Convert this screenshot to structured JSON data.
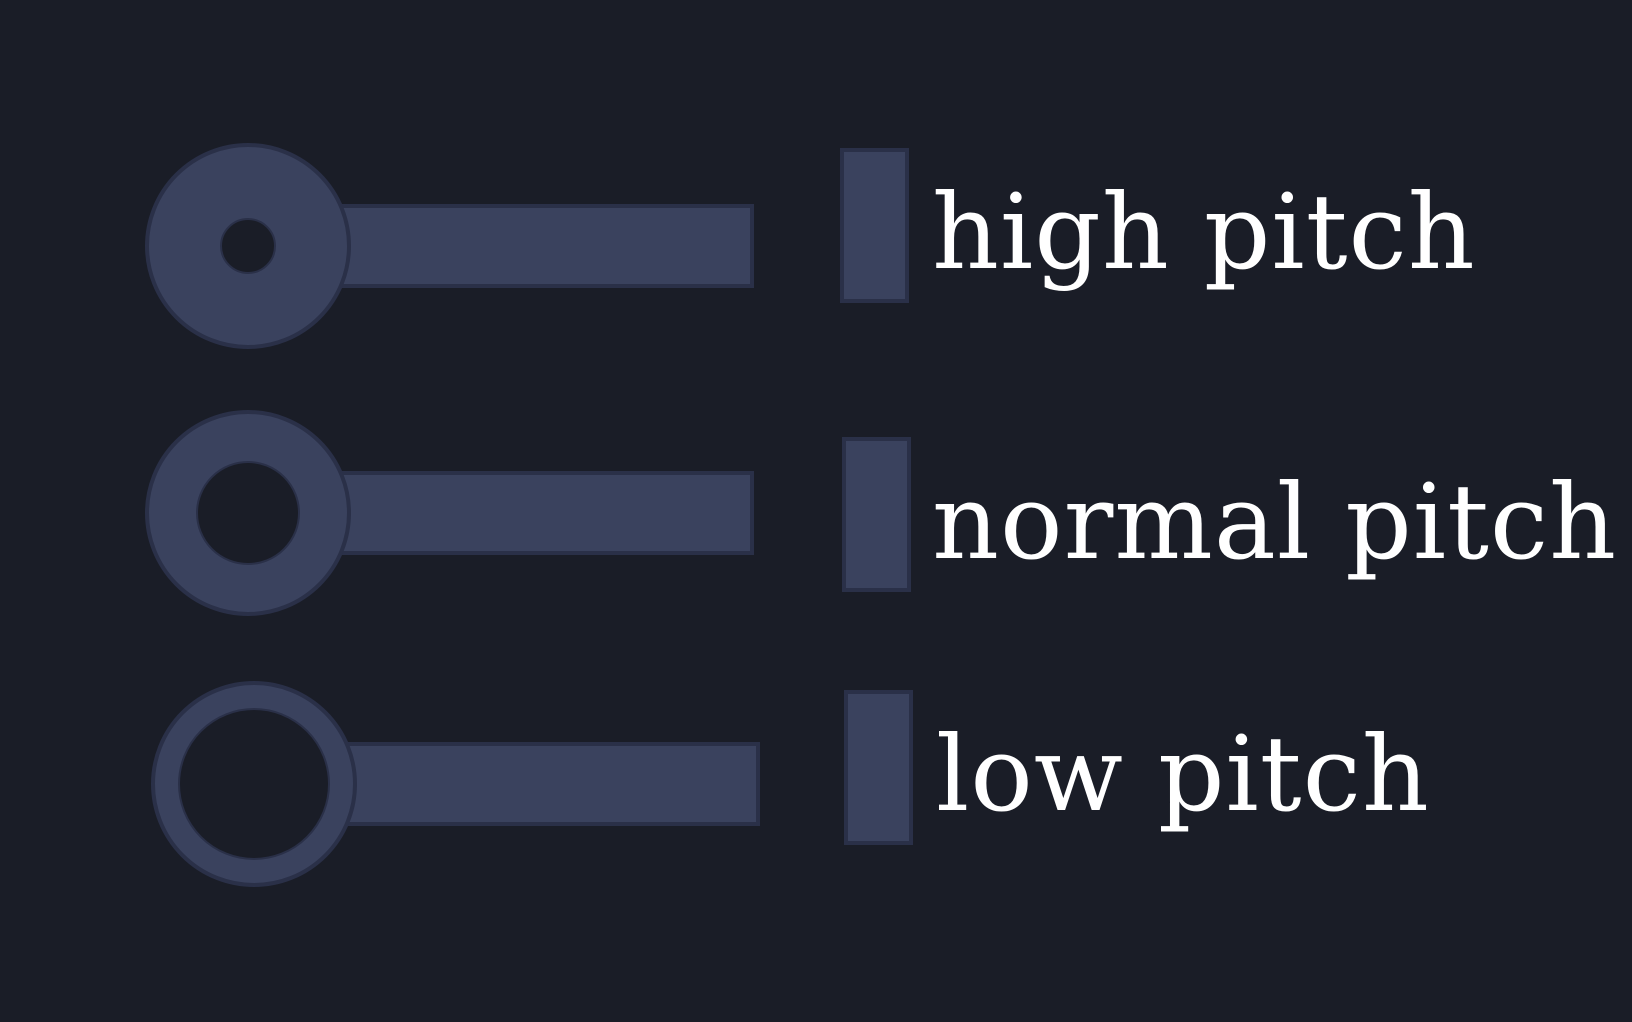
{
  "colors": {
    "background": "#1a1d27",
    "shape_fill": "#3a425e",
    "shape_stroke": "#2a3048",
    "label_text": "#ffffff"
  },
  "rows": [
    {
      "label": "high pitch",
      "hole_size": "small",
      "icon": "pitch-key-high-icon"
    },
    {
      "label": "normal pitch",
      "hole_size": "medium",
      "icon": "pitch-key-normal-icon"
    },
    {
      "label": "low pitch",
      "hole_size": "large",
      "icon": "pitch-key-low-icon"
    }
  ]
}
